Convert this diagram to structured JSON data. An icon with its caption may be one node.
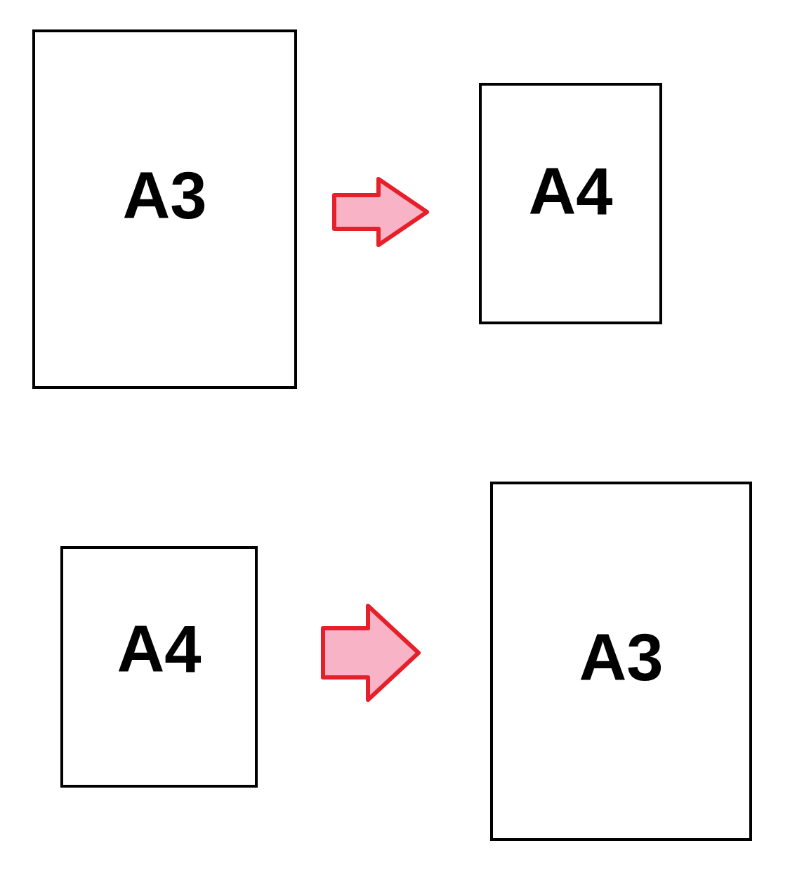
{
  "diagram": {
    "nodes": [
      {
        "text": [
          "A3"
        ]
      },
      {
        "text": [
          "A4"
        ]
      },
      {
        "text": [
          "A4"
        ]
      },
      {
        "text": [
          "A3"
        ]
      }
    ],
    "edges": [
      {
        "from": 0,
        "to": 1,
        "arrow": "to"
      },
      {
        "from": 2,
        "to": 3,
        "arrow": "to"
      }
    ]
  }
}
